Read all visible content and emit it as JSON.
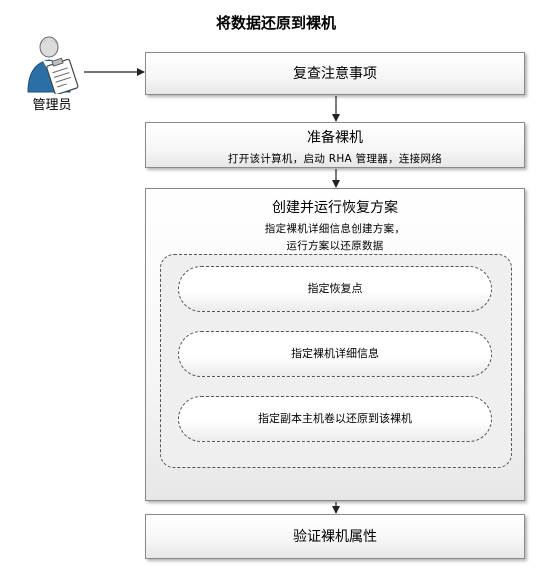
{
  "title": "将数据还原到裸机",
  "actor": {
    "label": "管理员",
    "icon": "administrator-clipboard-icon"
  },
  "steps": [
    {
      "label": "复查注意事项"
    },
    {
      "label": "准备裸机",
      "description": "打开该计算机，启动 RHA 管理器，连接网络"
    },
    {
      "label": "创建并运行恢复方案",
      "description_lines": [
        "指定裸机详细信息创建方案，",
        "运行方案以还原数据"
      ],
      "substeps": [
        {
          "label": "指定恢复点"
        },
        {
          "label": "指定裸机详细信息"
        },
        {
          "label": "指定副本主机卷以还原到该裸机"
        }
      ]
    },
    {
      "label": "验证裸机属性"
    }
  ],
  "colors": {
    "accent_blue": "#2a6fa6",
    "box_border": "#8a8a8a",
    "region_fill": "#efefef"
  }
}
